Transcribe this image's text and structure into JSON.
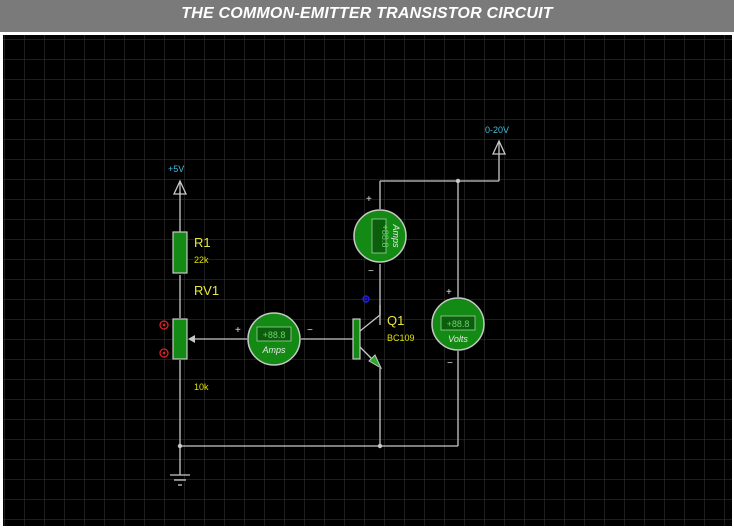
{
  "title": "THE COMMON-EMITTER TRANSISTOR CIRCUIT",
  "colors": {
    "background": "#000000",
    "grid": "#3a3a3a",
    "wire": "#c8c8c8",
    "component_fill": "#138a13",
    "component_outline": "#c8c8c8",
    "label_yellow": "#e8e840",
    "value_yellow": "#e0e000",
    "power_label": "#3fc0e0",
    "pin_red": "#e02020",
    "pin_blue": "#2020e0",
    "title_bar": "#7a7a7a"
  },
  "supplies": {
    "vcc_label": "+5V",
    "vce_label": "0-20V"
  },
  "components": {
    "r1": {
      "ref": "R1",
      "value": "22k"
    },
    "rv1": {
      "ref": "RV1",
      "value": "10k"
    },
    "q1": {
      "ref": "Q1",
      "value": "BC109"
    },
    "meter_base": {
      "display": "+88.8",
      "unit": "Amps",
      "plus": "+",
      "minus": "−"
    },
    "meter_collector": {
      "display": "+88.8",
      "unit": "Amps",
      "plus": "+",
      "minus": "−"
    },
    "meter_volts": {
      "display": "+88.8",
      "unit": "Volts",
      "plus": "+",
      "minus": "−"
    }
  }
}
